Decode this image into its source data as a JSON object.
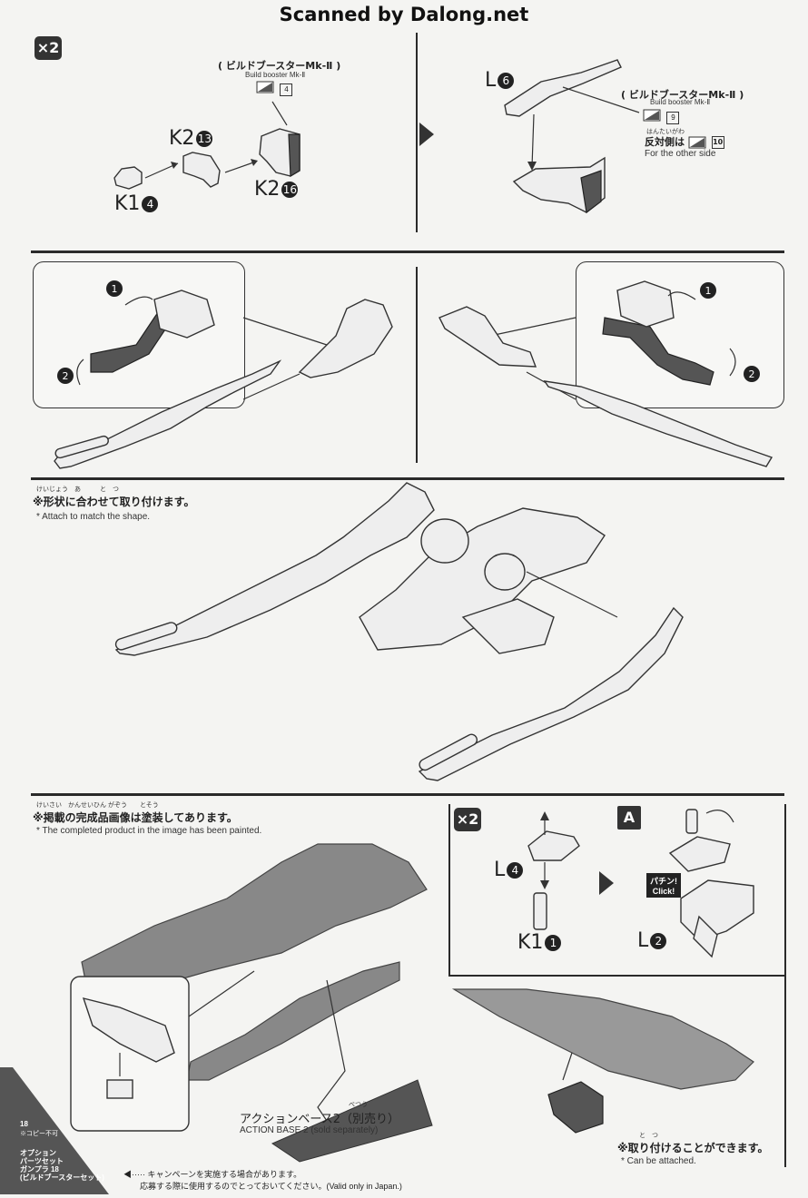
{
  "header": {
    "scan_credit": "Scanned by Dalong.net"
  },
  "step1": {
    "multiplier": "×2",
    "build_booster_jp": "ビルドブースターMk-Ⅱ",
    "build_booster_en": "Build booster Mk-Ⅱ",
    "sticker_no": "4",
    "parts": [
      {
        "letter": "K2",
        "num": "13"
      },
      {
        "letter": "K1",
        "num": "4"
      },
      {
        "letter": "K2",
        "num": "16"
      }
    ]
  },
  "step2": {
    "part": {
      "letter": "L",
      "num": "6"
    },
    "build_booster_jp": "ビルドブースターMk-Ⅱ",
    "build_booster_en": "Build booster Mk-Ⅱ",
    "sticker_no": "9",
    "other_side_jp": "反対側は",
    "other_side_ruby": "はんたいがわ",
    "other_side_no": "10",
    "other_side_en": "For the other side"
  },
  "step3": {
    "callout_left": [
      "1",
      "2"
    ],
    "callout_right": [
      "1",
      "2"
    ]
  },
  "step4": {
    "note_jp": "※形状に合わせて取り付けます。",
    "note_ruby": "けいじょう　あ　　　と　つ",
    "note_en": "* Attach to match the shape."
  },
  "step5": {
    "note_jp": "※掲載の完成品画像は塗装してあります。",
    "note_ruby": "けいさい　かんせいひん がぞう　　とそう",
    "note_en": "* The completed product in the image has been painted.",
    "base_jp": "アクションベース2（別売り）",
    "base_ruby": "べつう",
    "base_en": "ACTION BASE 2 (sold separately)"
  },
  "step6": {
    "multiplier": "×2",
    "parts": [
      {
        "letter": "L",
        "num": "4"
      },
      {
        "letter": "K1",
        "num": "1"
      },
      {
        "letter": "L",
        "num": "2"
      }
    ],
    "callout_letter": "A",
    "click_jp": "パチン!",
    "click_en": "Click!"
  },
  "step7": {
    "note_jp": "※取り付けることができます。",
    "note_ruby": "と　つ",
    "note_en": "* Can be attached."
  },
  "footer": {
    "page_no": "18",
    "copy_note": "※コピー不可",
    "series": [
      "オプション",
      "パーツセット",
      "ガンプラ 18",
      "(ビルドブースターセット)"
    ],
    "campaign_1": "キャンペーンを実施する場合があります。",
    "campaign_2": "応募する際に使用するのでとっておいてください。(Valid only in Japan.)"
  },
  "colors": {
    "ink": "#222222",
    "paper": "#f4f4f2",
    "sticker_dark": "#555555"
  }
}
